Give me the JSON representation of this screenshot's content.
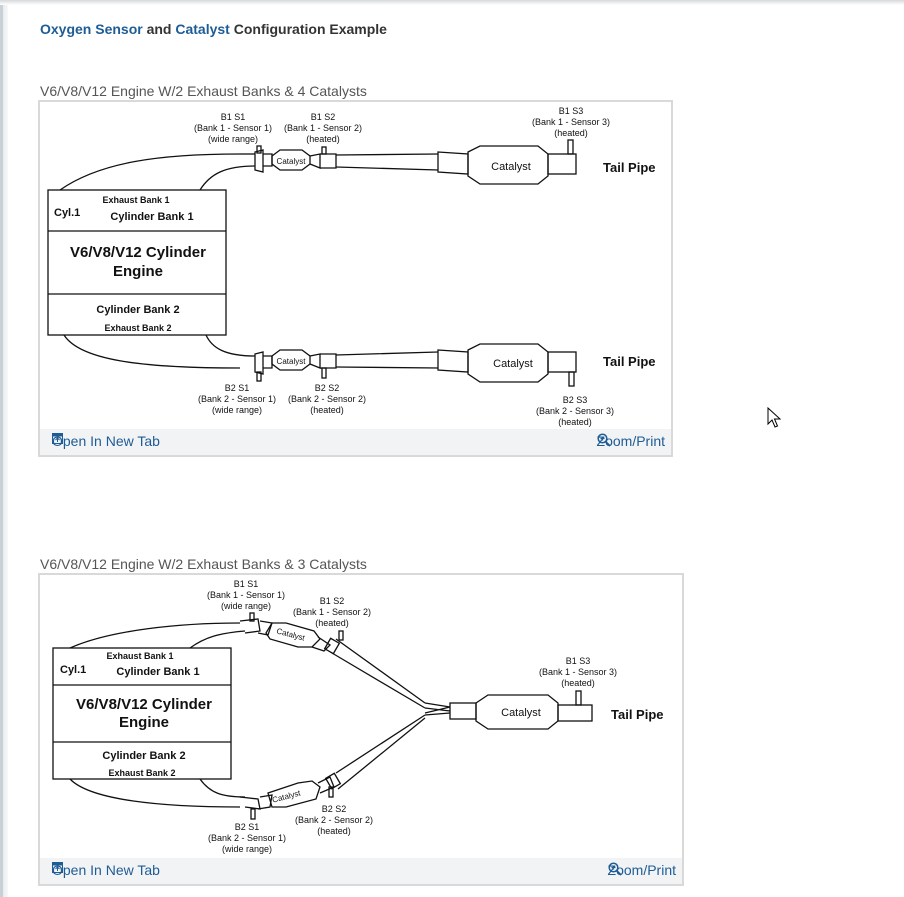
{
  "heading": {
    "oxygen_sensor": "Oxygen Sensor",
    "and": "and",
    "catalyst": "Catalyst",
    "rest": "Configuration Example"
  },
  "figure1": {
    "caption": "V6/V8/V12 Engine W/2 Exhaust Banks & 4 Catalysts",
    "open_tab": "Open In New Tab",
    "zoom_print": "Zoom/Print",
    "diagram": {
      "b1s1": [
        "B1 S1",
        "(Bank 1 - Sensor 1)",
        "(wide range)"
      ],
      "b1s2": [
        "B1 S2",
        "(Bank 1 - Sensor 2)",
        "(heated)"
      ],
      "b1s3": [
        "B1 S3",
        "(Bank 1 - Sensor 3)",
        "(heated)"
      ],
      "b2s1": [
        "B2 S1",
        "(Bank 2 - Sensor 1)",
        "(wide range)"
      ],
      "b2s2": [
        "B2 S2",
        "(Bank 2 - Sensor 2)",
        "(heated)"
      ],
      "b2s3": [
        "B2 S3",
        "(Bank 2 - Sensor 3)",
        "(heated)"
      ],
      "catalyst_small": "Catalyst",
      "catalyst_large": "Catalyst",
      "tail_pipe": "Tail Pipe",
      "exhaust_bank_1": "Exhaust Bank 1",
      "cyl1": "Cyl.1",
      "cylinder_bank_1": "Cylinder Bank 1",
      "engine_line1": "V6/V8/V12 Cylinder",
      "engine_line2": "Engine",
      "cylinder_bank_2": "Cylinder Bank 2",
      "exhaust_bank_2": "Exhaust Bank 2"
    }
  },
  "figure2": {
    "caption": "V6/V8/V12 Engine W/2 Exhaust Banks & 3 Catalysts",
    "open_tab": "Open In New Tab",
    "zoom_print": "Zoom/Print",
    "diagram": {
      "b1s1": [
        "B1 S1",
        "(Bank 1 - Sensor 1)",
        "(wide range)"
      ],
      "b1s2": [
        "B1 S2",
        "(Bank 1 - Sensor 2)",
        "(heated)"
      ],
      "b1s3": [
        "B1 S3",
        "(Bank 1 - Sensor 3)",
        "(heated)"
      ],
      "b2s1": [
        "B2 S1",
        "(Bank 2 - Sensor 1)",
        "(wide range)"
      ],
      "b2s2": [
        "B2 S2",
        "(Bank 2 - Sensor 2)",
        "(heated)"
      ],
      "catalyst_small": "Catalyst",
      "catalyst_large": "Catalyst",
      "tail_pipe": "Tail Pipe",
      "exhaust_bank_1": "Exhaust Bank 1",
      "cyl1": "Cyl.1",
      "cylinder_bank_1": "Cylinder Bank 1",
      "engine_line1": "V6/V8/V12 Cylinder",
      "engine_line2": "Engine",
      "cylinder_bank_2": "Cylinder Bank 2",
      "exhaust_bank_2": "Exhaust Bank 2"
    }
  },
  "icons": {
    "open_tab": "open-in-new-tab-icon",
    "zoom": "zoom-in-icon",
    "cursor": "mouse-pointer-icon"
  },
  "colors": {
    "link": "#1e5c96",
    "footer_bg": "#f2f3f4",
    "border": "#d9d9d9"
  }
}
